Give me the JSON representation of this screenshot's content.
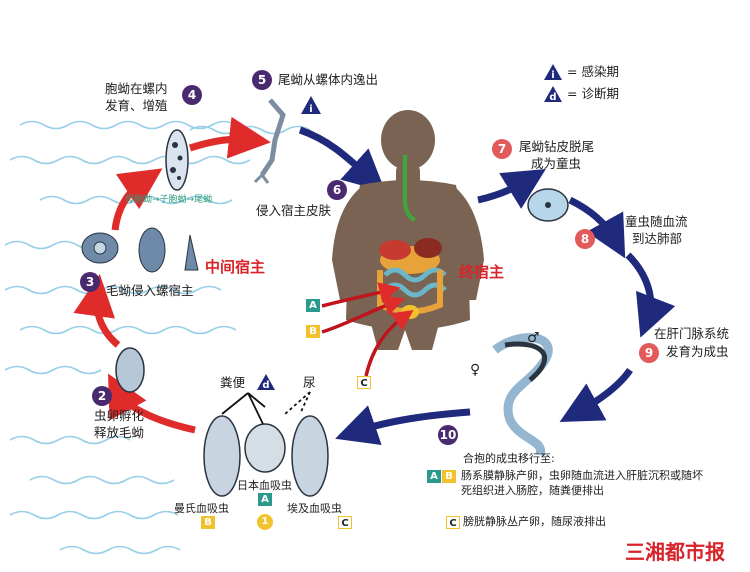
{
  "legend": {
    "infective_label": "= 感染期",
    "diagnostic_label": "= 诊断期",
    "infective_symbol": "i",
    "diagnostic_symbol": "d"
  },
  "steps": {
    "s1": "1",
    "s2": "2",
    "s3": "3",
    "s4": "4",
    "s5": "5",
    "s6": "6",
    "s7": "7",
    "s8": "8",
    "s9": "9",
    "s10": "10"
  },
  "labels": {
    "step4_line1": "胞蚴在螺内",
    "step4_line2": "发育、增殖",
    "step5": "尾蚴从螺体内逸出",
    "step6": "侵入宿主皮肤",
    "step7_line1": "尾蚴钻皮脱尾",
    "step7_line2": "成为童虫",
    "step8_line1": "童虫随血流",
    "step8_line2": "到达肺部",
    "step9_line1": "在肝门脉系统",
    "step9_line2": "发育为成虫",
    "step3": "毛蚴侵入螺宿主",
    "step2_line1": "虫卵孵化",
    "step2_line2": "释放毛蚴",
    "sporocyst_note": "母胞蚴→子胞蚴→尾蚴",
    "intermediate_host": "中间宿主",
    "definitive_host": "终宿主",
    "feces": "粪便",
    "urine": "尿",
    "egg_mansoni": "曼氏血吸虫",
    "egg_japonicum": "日本血吸虫",
    "egg_haematobium": "埃及血吸虫",
    "step10_title": "合抱的成虫移行至:",
    "route_ab_line1": "肠系膜静脉产卵，虫卵随血流进入肝脏沉积或随坏",
    "route_ab_line2": "死组织进入肠腔，随粪便排出",
    "route_c": "膀胱静脉丛产卵，随尿液排出",
    "letter_a": "A",
    "letter_b": "B",
    "letter_c": "C",
    "male_symbol": "♂",
    "female_symbol": "♀"
  },
  "watermark": "三湘都市报",
  "colors": {
    "red_arrow": "#e02b2b",
    "blue_arrow": "#1f2a7c",
    "water": "#8cc9e6",
    "body": "#7a6352",
    "box_a": "#2b9a8c",
    "box_b": "#f2c22c",
    "box_c": "#ffffff",
    "step_purple": "#4a2a6e",
    "step_red": "#e25a5a"
  }
}
